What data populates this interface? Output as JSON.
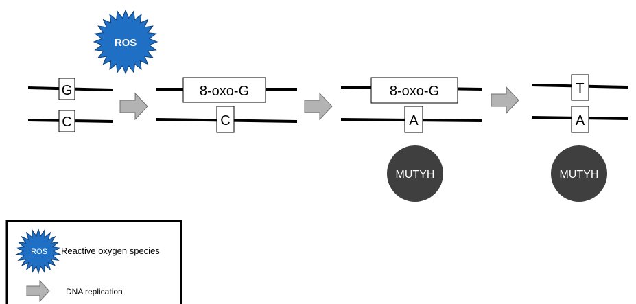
{
  "ros_label": "ROS",
  "stages": [
    {
      "top_base": "G",
      "bottom_base": "C"
    },
    {
      "top_base": "8-oxo-G",
      "bottom_base": "C"
    },
    {
      "top_base": "8-oxo-G",
      "bottom_base": "A",
      "enzyme": "MUTYH"
    },
    {
      "top_base": "T",
      "bottom_base": "A",
      "enzyme": "MUTYH"
    }
  ],
  "legend": {
    "ros_icon_label": "ROS",
    "ros_description": "Reactive oxygen species",
    "arrow_description": "DNA replication"
  },
  "colors": {
    "ros_fill": "#1f6fc4",
    "ros_stroke": "#0e3f78",
    "arrow_fill": "#b3b3b3",
    "arrow_stroke": "#6f6f6f",
    "enzyme_fill": "#3f3f3f",
    "strand": "#000000"
  }
}
